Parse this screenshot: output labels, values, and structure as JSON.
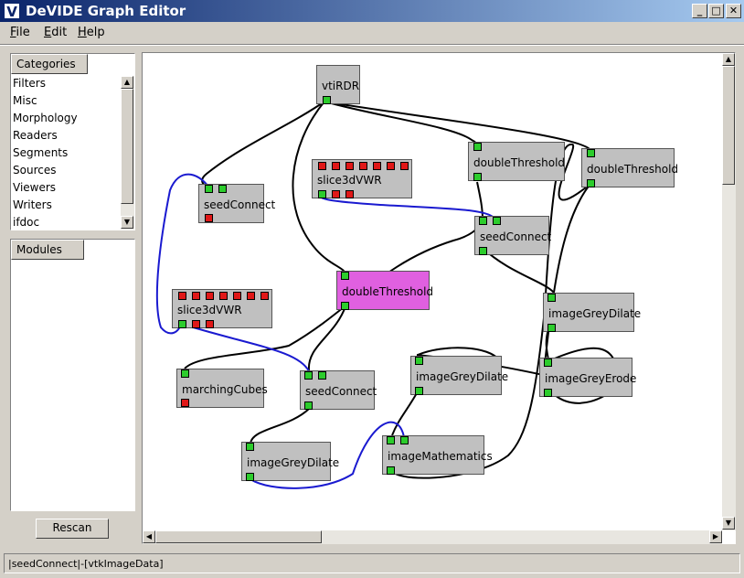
{
  "window": {
    "title": "DeVIDE Graph Editor",
    "app_icon_glyph": "V",
    "buttons": {
      "minimize": "_",
      "maximize": "□",
      "close": "✕"
    }
  },
  "menu": {
    "file": {
      "mnemonic": "F",
      "rest": "ile"
    },
    "edit": {
      "mnemonic": "E",
      "rest": "dit"
    },
    "help": {
      "mnemonic": "H",
      "rest": "elp"
    }
  },
  "categories": {
    "header": "Categories",
    "items": [
      "Filters",
      "Misc",
      "Morphology",
      "Readers",
      "Segments",
      "Sources",
      "Viewers",
      "Writers",
      "ifdoc"
    ]
  },
  "modules": {
    "header": "Modules",
    "items": []
  },
  "rescan_label": "Rescan",
  "graph": {
    "nodes": [
      {
        "label": "vtiRDR"
      },
      {
        "label": "slice3dVWR"
      },
      {
        "label": "seedConnect"
      },
      {
        "label": "doubleThreshold"
      },
      {
        "label": "doubleThreshold"
      },
      {
        "label": "seedConnect"
      },
      {
        "label": "slice3dVWR"
      },
      {
        "label": "doubleThreshold"
      },
      {
        "label": "imageGreyDilate"
      },
      {
        "label": "marchingCubes"
      },
      {
        "label": "seedConnect"
      },
      {
        "label": "imageGreyDilate"
      },
      {
        "label": "imageGreyErode"
      },
      {
        "label": "imageGreyDilate"
      },
      {
        "label": "imageMathematics"
      }
    ]
  },
  "status_text": "|seedConnect|-[vtkImageData]",
  "colors": {
    "titlebar_start": "#0a246a",
    "node_bg": "#c0c0c0",
    "selected_node": "#e060e0",
    "input_port": "#2ccc2c",
    "viewer_port": "#e01818",
    "selected_link": "#1a1ad0"
  }
}
